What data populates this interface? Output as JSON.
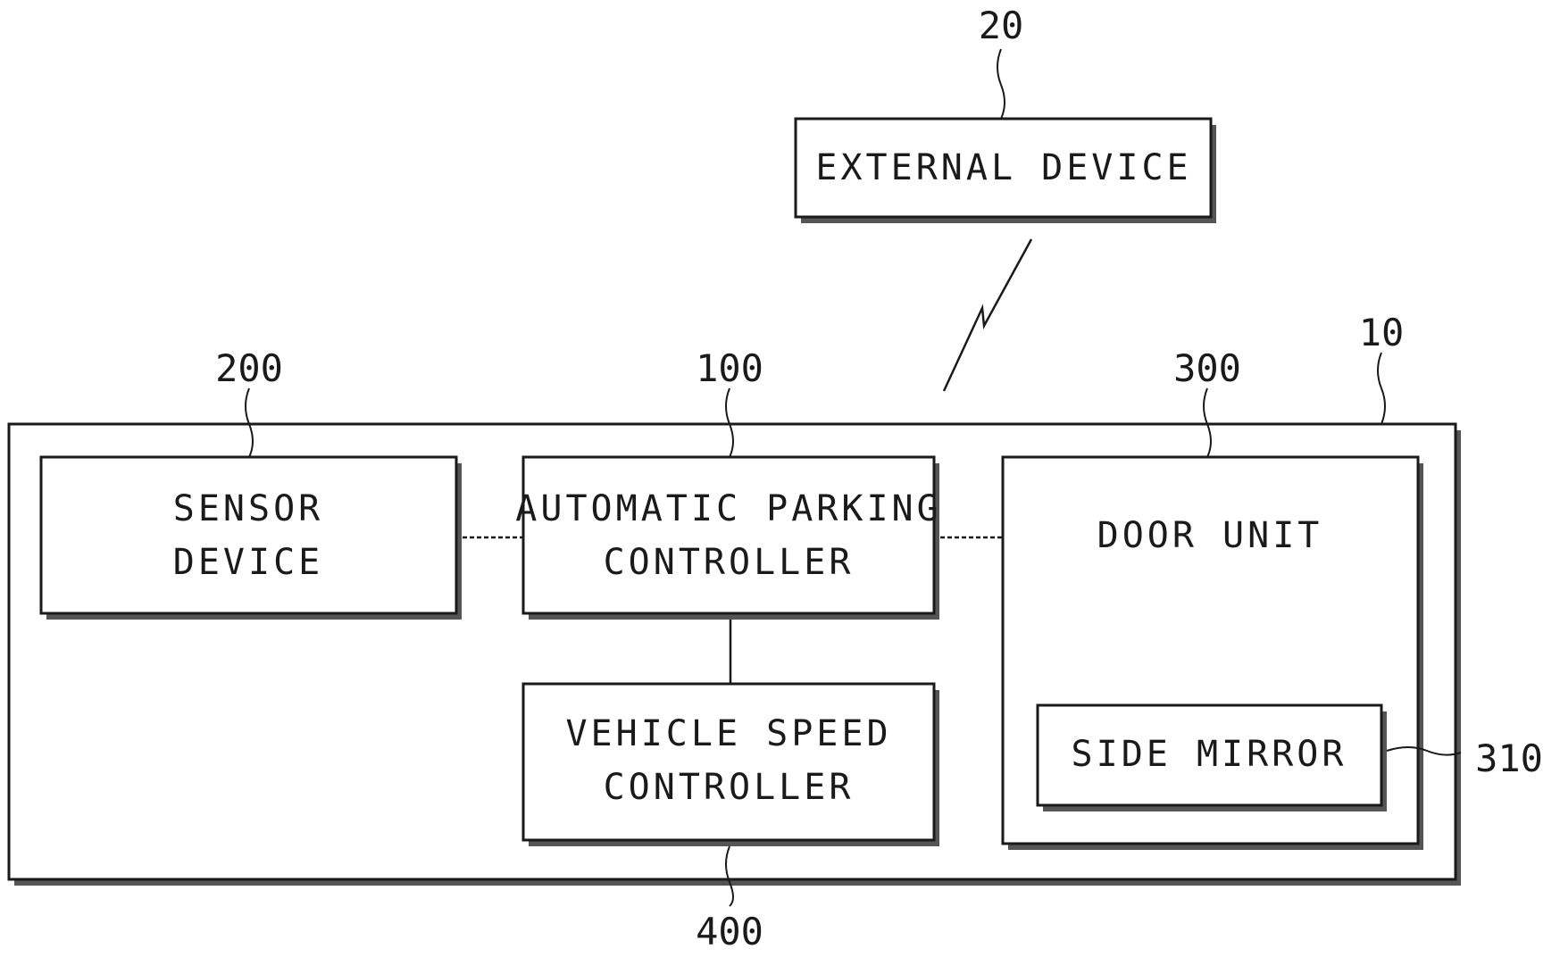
{
  "external_device": {
    "ref": "20",
    "label": "EXTERNAL DEVICE"
  },
  "vehicle": {
    "ref": "10"
  },
  "sensor_device": {
    "ref": "200",
    "line1": "SENSOR",
    "line2": "DEVICE"
  },
  "parking_controller": {
    "ref": "100",
    "line1": "AUTOMATIC PARKING",
    "line2": "CONTROLLER"
  },
  "door_unit": {
    "ref": "300",
    "label": "DOOR UNIT"
  },
  "side_mirror": {
    "ref": "310",
    "label": "SIDE MIRROR"
  },
  "speed_controller": {
    "ref": "400",
    "line1": "VEHICLE SPEED",
    "line2": "CONTROLLER"
  }
}
